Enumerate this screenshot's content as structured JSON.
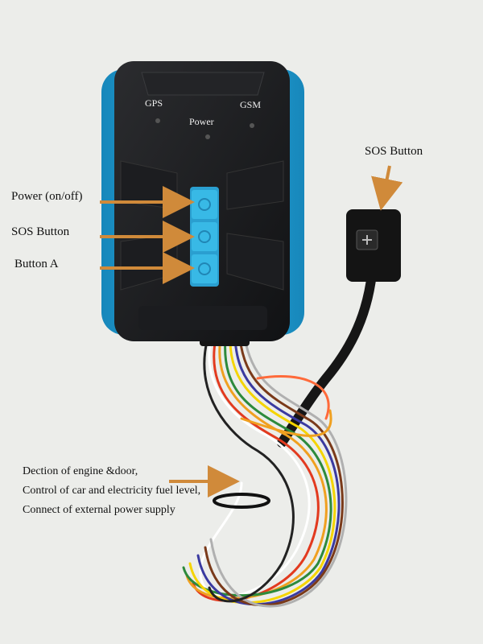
{
  "device_labels": {
    "gps": "GPS",
    "gsm": "GSM",
    "power": "Power"
  },
  "callouts": {
    "power_on_off": "Power (on/off)",
    "sos_button_left": "SOS Button",
    "button_a": "Button A",
    "sos_button_right": "SOS Button"
  },
  "wiring_note": {
    "line1": "Dection of engine &door,",
    "line2": "Control of car and electricity fuel level,",
    "line3": "Connect of external power supply"
  },
  "colors": {
    "background": "#ecedea",
    "device_body": "#1a1b1d",
    "device_accent": "#1f9ed3",
    "button_blue": "#38b9e6",
    "arrow": "#d08a3a"
  }
}
